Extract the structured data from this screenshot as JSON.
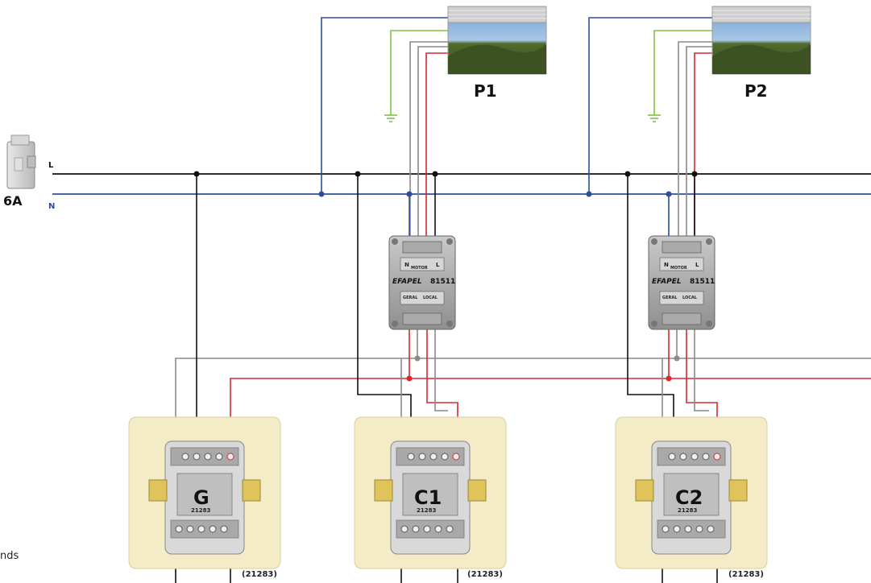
{
  "breaker": {
    "rating": "6A",
    "line_label": "L",
    "neutral_label": "N"
  },
  "motors": [
    {
      "label": "P1"
    },
    {
      "label": "P2"
    }
  ],
  "modules": [
    {
      "brand": "EFAPEL",
      "model": "81511",
      "top_left": "N",
      "top_mid": "MOTOR",
      "top_right": "L",
      "bottom_left": "GERAL",
      "bottom_right": "LOCAL"
    },
    {
      "brand": "EFAPEL",
      "model": "81511",
      "top_left": "N",
      "top_mid": "MOTOR",
      "top_right": "L",
      "bottom_left": "GERAL",
      "bottom_right": "LOCAL"
    }
  ],
  "switches": [
    {
      "label": "G",
      "code": "21283",
      "ref": "(21283)"
    },
    {
      "label": "C1",
      "code": "21283",
      "ref": "(21283)"
    },
    {
      "label": "C2",
      "code": "21283",
      "ref": "(21283)"
    }
  ],
  "partial_text": {
    "line1": "nds"
  },
  "colors": {
    "line": "#111111",
    "neutral": "#2b4f9a",
    "earth": "#7dc242",
    "motor_wire": "#8a8a8a",
    "control": "#d9282f",
    "plate": "#f3ecc6"
  }
}
